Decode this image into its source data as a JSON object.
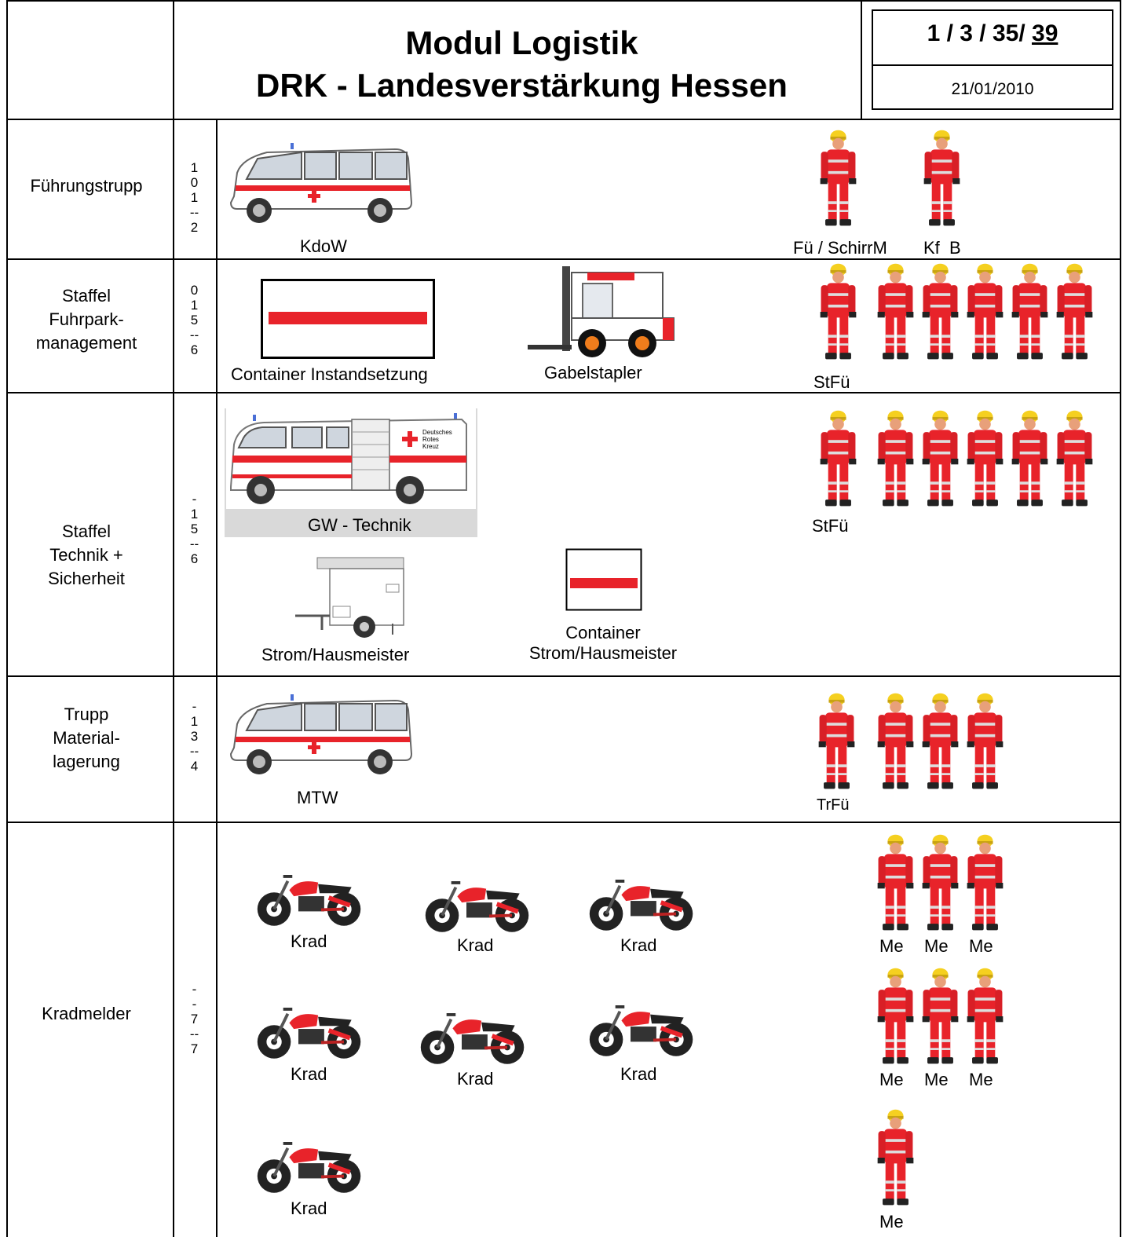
{
  "header": {
    "title_line1": "Modul Logistik",
    "title_line2": "DRK - Landesverstärkung Hessen",
    "code_prefix": "1 / 3 / 35/ ",
    "code_total": "39",
    "date": "21/01/2010"
  },
  "rows": [
    {
      "name": "Führungstrupp",
      "strength": "1\n0\n1\n--\n2",
      "vehicles": [
        "KdoW"
      ],
      "personnel_labels": [
        "Fü / SchirrM",
        "Kf  B"
      ]
    },
    {
      "name": "Staffel\nFuhrpark-\nmanagement",
      "strength": "0\n1\n5\n--\n6",
      "vehicles": [
        "Container Instandsetzung",
        "Gabelstapler"
      ],
      "personnel_labels": [
        "StFü"
      ]
    },
    {
      "name": "Staffel\nTechnik +\nSicherheit",
      "strength": "-\n1\n5\n--\n6",
      "vehicles": [
        "GW - Technik",
        "Strom/Hausmeister",
        "Container\nStrom/Hausmeister"
      ],
      "personnel_labels": [
        "StFü"
      ]
    },
    {
      "name": "Trupp\nMaterial-\nlagerung",
      "strength": "-\n1\n3\n--\n4",
      "vehicles": [
        "MTW"
      ],
      "personnel_labels": [
        "TrFü"
      ]
    },
    {
      "name": "Kradmelder",
      "strength": "-\n-\n7\n--\n7",
      "vehicles": [
        "Krad",
        "Krad",
        "Krad",
        "Krad",
        "Krad",
        "Krad",
        "Krad"
      ],
      "personnel_labels": [
        "Me",
        "Me",
        "Me",
        "Me",
        "Me",
        "Me",
        "Me"
      ]
    }
  ],
  "vehicle_markings": [
    "Deutsches",
    "Rotes",
    "Kreuz"
  ],
  "colors": {
    "drk_red": "#e8232a",
    "orange_wheel": "#f07d1c",
    "helmet": "#f5d020"
  },
  "icons": [
    "person-icon",
    "van-icon",
    "container-icon",
    "forklift-icon",
    "truck-icon",
    "trailer-icon",
    "motorcycle-icon"
  ]
}
